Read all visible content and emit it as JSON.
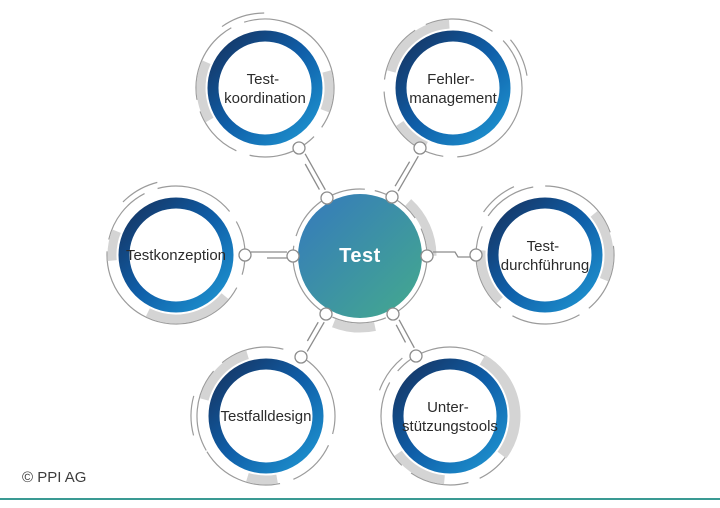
{
  "diagram": {
    "title": "Test services diagram",
    "center": {
      "label": "Test"
    },
    "nodes": [
      {
        "id": "testkoordination",
        "lines": [
          "Test-",
          "koordination"
        ]
      },
      {
        "id": "fehlermanagement",
        "lines": [
          "Fehler-",
          "management"
        ]
      },
      {
        "id": "testkonzeption",
        "lines": [
          "Testkonzeption"
        ]
      },
      {
        "id": "testdurchfuehrung",
        "lines": [
          "Test-",
          "durchführung"
        ]
      },
      {
        "id": "testfalldesign",
        "lines": [
          "Testfalldesign"
        ]
      },
      {
        "id": "unterstuetzungstools",
        "lines": [
          "Unter-",
          "stützungstools"
        ]
      }
    ],
    "colors": {
      "ring_dark": "#16335f",
      "ring_mid": "#0f5ea8",
      "ring_light": "#1f96d2",
      "center_blue": "#3579bd",
      "center_teal": "#44aa8d",
      "label_text": "#2b2b2b",
      "decor_gray": "#d4d4d4",
      "line_gray": "#8c8c8c",
      "accent_rule": "#3a9a93"
    }
  },
  "footer": {
    "copyright": "© PPI AG"
  }
}
